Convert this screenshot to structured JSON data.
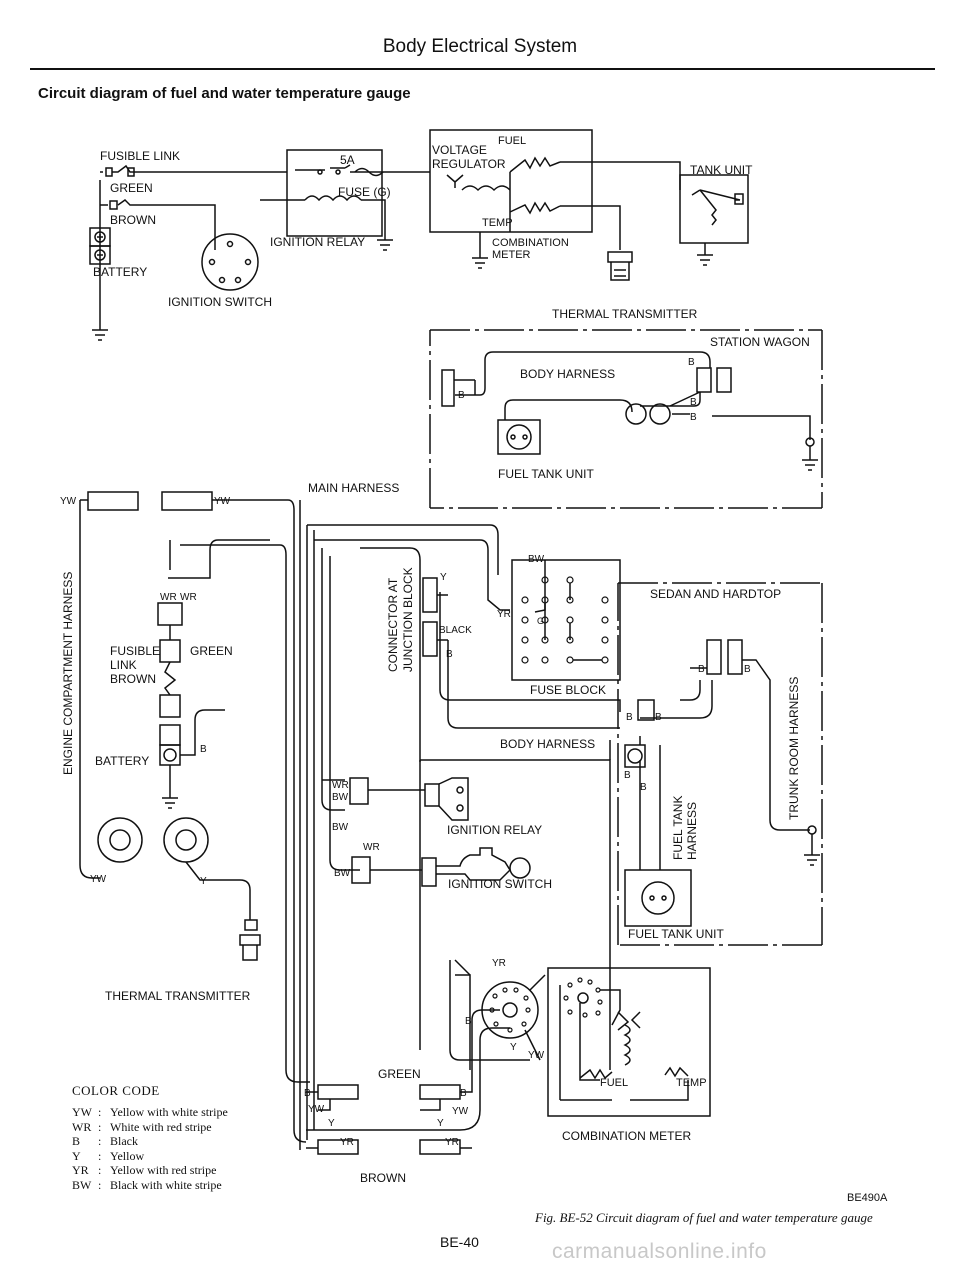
{
  "header": {
    "title": "Body Electrical System",
    "section_title": "Circuit diagram of fuel and water temperature gauge"
  },
  "schematic": {
    "fusible_link": "FUSIBLE LINK",
    "green": "GREEN",
    "brown": "BROWN",
    "battery": "BATTERY",
    "fuse_5a": "5A",
    "fuse_g": "FUSE (G)",
    "ignition_relay": "IGNITION RELAY",
    "ignition_switch": "IGNITION SWITCH",
    "voltage_regulator_1": "VOLTAGE",
    "voltage_regulator_2": "REGULATOR",
    "fuel": "FUEL",
    "temp": "TEMP",
    "combination_meter_1": "COMBINATION",
    "combination_meter_2": "METER",
    "tank_unit": "TANK UNIT",
    "thermal_transmitter": "THERMAL TRANSMITTER"
  },
  "station_wagon": {
    "title": "STATION WAGON",
    "body_harness": "BODY HARNESS",
    "fuel_tank_unit": "FUEL TANK UNIT",
    "wire_b": "B"
  },
  "main": {
    "main_harness": "MAIN HARNESS",
    "engine_compartment_harness": "ENGINE COMPARTMENT HARNESS",
    "wire_yw": "YW",
    "wire_wr": "WR",
    "fusible": "FUSIBLE",
    "link": "LINK",
    "green": "GREEN",
    "brown": "BROWN",
    "battery": "BATTERY",
    "wire_b": "B",
    "wire_y": "Y",
    "thermal_transmitter": "THERMAL TRANSMITTER",
    "connector_1": "CONNECTOR AT",
    "connector_2": "JUNCTION BLOCK",
    "wire_yr": "YR",
    "black": "BLACK",
    "wire_bw": "BW",
    "wire_g": "G",
    "fuse_block": "FUSE BLOCK",
    "body_harness": "BODY HARNESS",
    "ignition_relay": "IGNITION RELAY",
    "ignition_switch": "IGNITION SWITCH",
    "green_bottom": "GREEN",
    "brown_bottom": "BROWN",
    "combination_meter": "COMBINATION METER",
    "fuel": "FUEL",
    "temp": "TEMP"
  },
  "sedan": {
    "title": "SEDAN AND HARDTOP",
    "trunk_room_harness": "TRUNK ROOM HARNESS",
    "fuel_tank_harness_1": "FUEL TANK",
    "fuel_tank_harness_2": "HARNESS",
    "fuel_tank_unit": "FUEL TANK UNIT",
    "wire_b": "B"
  },
  "color_code": {
    "title": "COLOR CODE",
    "entries": [
      {
        "code": "YW",
        "desc": "Yellow with white stripe"
      },
      {
        "code": "WR",
        "desc": "White with red stripe"
      },
      {
        "code": "B",
        "desc": "Black"
      },
      {
        "code": "Y",
        "desc": "Yellow"
      },
      {
        "code": "YR",
        "desc": "Yellow with red stripe"
      },
      {
        "code": "BW",
        "desc": "Black with white stripe"
      }
    ]
  },
  "footer": {
    "figure_id": "BE490A",
    "caption": "Fig. BE-52  Circuit diagram of fuel and water temperature gauge",
    "page_number": "BE-40",
    "watermark": "carmanualsonline.info"
  }
}
